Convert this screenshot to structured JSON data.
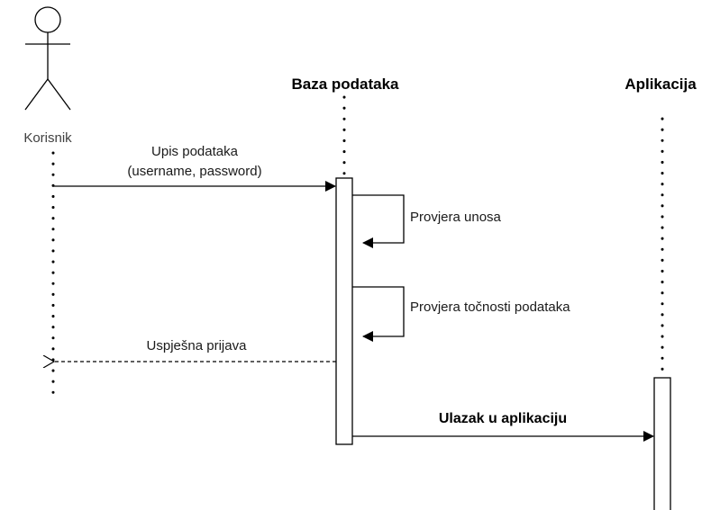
{
  "participants": {
    "actor": {
      "label": "Korisnik"
    },
    "database": {
      "label": "Baza podataka"
    },
    "application": {
      "label": "Aplikacija"
    }
  },
  "messages": [
    {
      "label_line1": "Upis podataka",
      "label_line2": "(username, password)",
      "from": "Korisnik",
      "to": "Baza podataka",
      "style": "solid"
    },
    {
      "label": "Provjera unosa",
      "from": "Baza podataka",
      "to": "Baza podataka",
      "style": "self"
    },
    {
      "label": "Provjera točnosti podataka",
      "from": "Baza podataka",
      "to": "Baza podataka",
      "style": "self"
    },
    {
      "label": "Uspješna prijava",
      "from": "Baza podataka",
      "to": "Korisnik",
      "style": "dashed-return"
    },
    {
      "label": "Ulazak u aplikaciju",
      "from": "Baza podataka",
      "to": "Aplikacija",
      "style": "solid"
    }
  ],
  "colors": {
    "line": "#000000",
    "lifeline": "#000000",
    "activation_fill": "#ffffff"
  }
}
